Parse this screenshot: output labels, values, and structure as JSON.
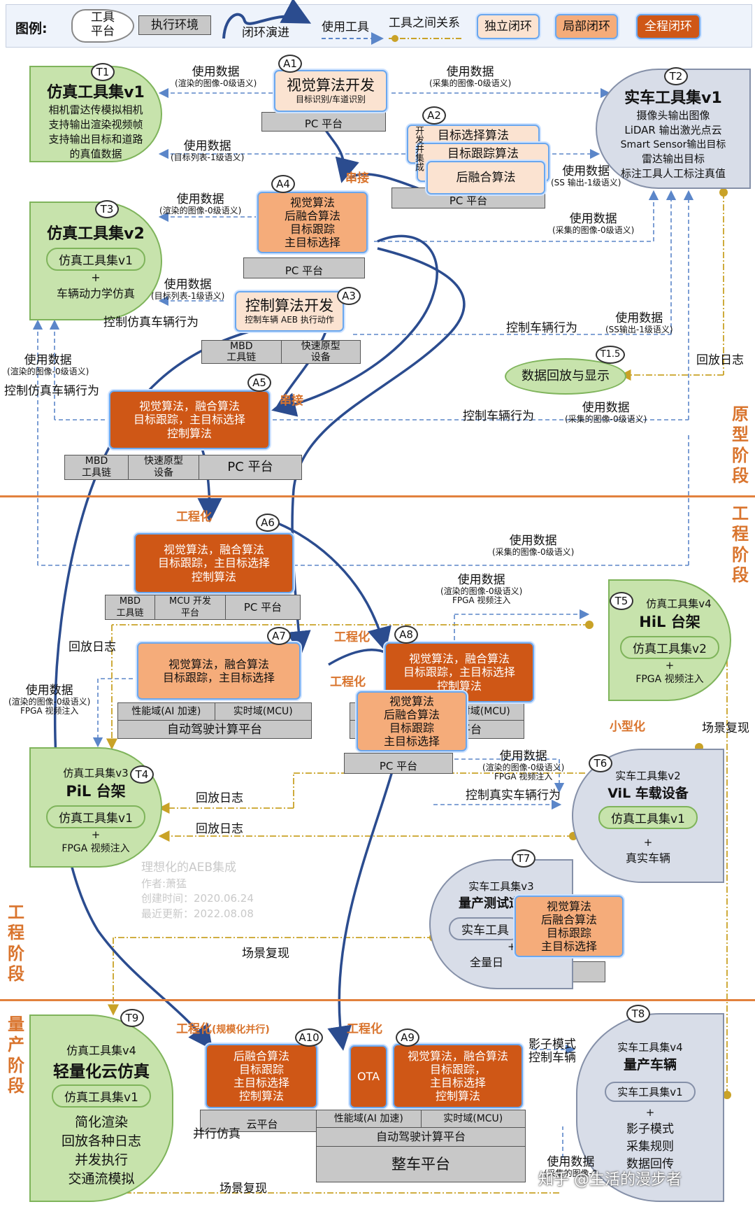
{
  "legend": {
    "title": "图例",
    "colon": ":",
    "tool_platform": "工具\n平台",
    "exec_env": "执行环境",
    "closed_loop_evolve": "闭环演进",
    "use_tool": "使用工具",
    "tool_relation": "工具之间关系",
    "independent_loop": "独立闭环",
    "local_loop": "局部闭环",
    "full_loop": "全程闭环"
  },
  "tools": {
    "T1": {
      "tag": "T1",
      "title": "仿真工具集v1",
      "lines": [
        "相机雷达传模拟相机",
        "支持输出渲染视频帧",
        "支持输出目标和道路",
        "的真值数据"
      ]
    },
    "T2": {
      "tag": "T2",
      "title": "实车工具集v1",
      "lines": [
        "摄像头输出图像",
        "LiDAR 输出激光点云",
        "Smart Sensor输出目标",
        "雷达输出目标",
        "标注工具人工标注真值"
      ]
    },
    "T3": {
      "tag": "T3",
      "title": "仿真工具集v2",
      "inner": "仿真工具集v1",
      "plus": "+",
      "extra": "车辆动力学仿真"
    },
    "T15": {
      "tag": "T1.5",
      "title": "数据回放与显示"
    },
    "T5": {
      "tag": "T5",
      "subtitle": "仿真工具集v4",
      "title": "HiL 台架",
      "inner": "仿真工具集v2",
      "plus": "+",
      "extra": "FPGA 视频注入"
    },
    "T4": {
      "tag": "T4",
      "subtitle": "仿真工具集v3",
      "title": "PiL 台架",
      "inner": "仿真工具集v1",
      "plus": "+",
      "extra": "FPGA 视频注入"
    },
    "T6": {
      "tag": "T6",
      "subtitle": "实车工具集v2",
      "title": "ViL 车载设备",
      "inner": "仿真工具集v1",
      "plus": "+",
      "extra": "真实车辆"
    },
    "T7": {
      "tag": "T7",
      "subtitle": "实车工具集v3",
      "title": "量产测试道路",
      "inner": "实车工具",
      "plus": "+",
      "extra": "全量日"
    },
    "T9": {
      "tag": "T9",
      "subtitle": "仿真工具集v4",
      "title": "轻量化云仿真",
      "inner": "仿真工具集v1",
      "lines": [
        "简化渲染",
        "回放各种日志",
        "并发执行",
        "交通流模拟"
      ]
    },
    "T8": {
      "tag": "T8",
      "subtitle": "实车工具集v4",
      "title": "量产车辆",
      "inner": "实车工具集v1",
      "plus": "+",
      "lines": [
        "影子模式",
        "采集规则",
        "数据回传"
      ]
    }
  },
  "algos": {
    "A1": {
      "tag": "A1",
      "title": "视觉算法开发",
      "sub": "目标识别/车道识别",
      "platform": "PC 平台"
    },
    "A2": {
      "tag": "A2",
      "stack": [
        "目标选择算法",
        "目标跟踪算法",
        "后融合算法"
      ],
      "side": "开发并集成",
      "platform": "PC 平台"
    },
    "A4": {
      "tag": "A4",
      "lines": [
        "视觉算法",
        "后融合算法",
        "目标跟踪",
        "主目标选择"
      ],
      "platform": "PC 平台"
    },
    "A3": {
      "tag": "A3",
      "title": "控制算法开发",
      "sub": "控制车辆 AEB 执行动作",
      "platform1": "MBD\n工具链",
      "platform2": "快速原型\n设备"
    },
    "A5": {
      "tag": "A5",
      "lines": [
        "视觉算法，融合算法",
        "目标跟踪，主目标选择",
        "控制算法"
      ],
      "platform1": "MBD\n工具链",
      "platform2": "快速原型\n设备",
      "platform3": "PC 平台"
    },
    "A6": {
      "tag": "A6",
      "lines": [
        "视觉算法，融合算法",
        "目标跟踪，主目标选择",
        "控制算法"
      ],
      "platform1": "MBD\n工具链",
      "platform2": "MCU 开发\n平台",
      "platform3": "PC 平台"
    },
    "A7": {
      "tag": "A7",
      "lines": [
        "视觉算法，融合算法",
        "目标跟踪，主目标选择"
      ],
      "platform1": "性能域(AI 加速)",
      "platform2": "实时域(MCU)",
      "platform3": "自动驾驶计算平台"
    },
    "A8": {
      "tag": "A8",
      "lines": [
        "视觉算法，融合算法",
        "目标跟踪，主目标选择",
        "控制算法"
      ],
      "platform2": "实时域(MCU)",
      "platform3": "平台"
    },
    "A8b": {
      "lines": [
        "视觉算法",
        "后融合算法",
        "目标跟踪",
        "主目标选择"
      ],
      "platform": "PC 平台"
    },
    "A7b": {
      "lines": [
        "视觉算法",
        "后融合算法",
        "目标跟踪",
        "主目标选择"
      ],
      "platform": "PC 平台"
    },
    "A10": {
      "tag": "A10",
      "lines": [
        "后融合算法",
        "目标跟踪",
        "主目标选择",
        "控制算法"
      ],
      "platform": "云平台"
    },
    "A9": {
      "tag": "A9",
      "ota": "OTA",
      "lines": [
        "视觉算法，融合算法",
        "目标跟踪，",
        "主目标选择",
        "控制算法"
      ],
      "platform1": "性能域(AI 加速)",
      "platform2": "实时域(MCU)",
      "platform3": "自动驾驶计算平台",
      "platform4": "整车平台"
    }
  },
  "labels": {
    "use_data": "使用数据",
    "render_img0": "(渲染的图像-0级语义)",
    "collect_img0": "(采集的图像-0级语义)",
    "target_list1": "(目标列表-1级语义)",
    "ss_out1": "(SS 输出-1级语义)",
    "ss_out1b": "(SS输出-1级语义)",
    "control_vehicle": "控制车辆行为",
    "control_sim_vehicle": "控制仿真车辆行为",
    "control_real_vehicle": "控制真实车辆行为",
    "replay_log": "回放日志",
    "scene_replay": "场景复现",
    "fpga_inject": "FPGA 视频注入",
    "serial": "串接",
    "engineering": "工程化",
    "engineering_parallel": "(规模化并行)",
    "miniaturize": "小型化",
    "parallel_sim": "并行仿真",
    "shadow_mode": "影子模式\n控制车辆",
    "collect_partial": "(采集的图像-0"
  },
  "stages": {
    "prototype": "原型阶段",
    "engineering": "工程阶段",
    "engineering_left": "工程阶段",
    "production": "量产阶段"
  },
  "watermark": {
    "title": "理想化的AEB集成",
    "author": "作者:萧猛",
    "created": "创建时间：2020.06.24",
    "updated": "最近更新：2022.08.08"
  },
  "site_mark": "知乎 @生活的漫步者",
  "colors": {
    "orange_dark": "#cf5716",
    "orange_mid": "#f5ac7a",
    "orange_pale": "#fbe3d1",
    "green": "#c7e3ac",
    "grey_blue": "#d8dde8",
    "arrow_blue": "#2b4c8f",
    "dash_blue": "#5b86c9",
    "dash_gold": "#c9a227"
  }
}
